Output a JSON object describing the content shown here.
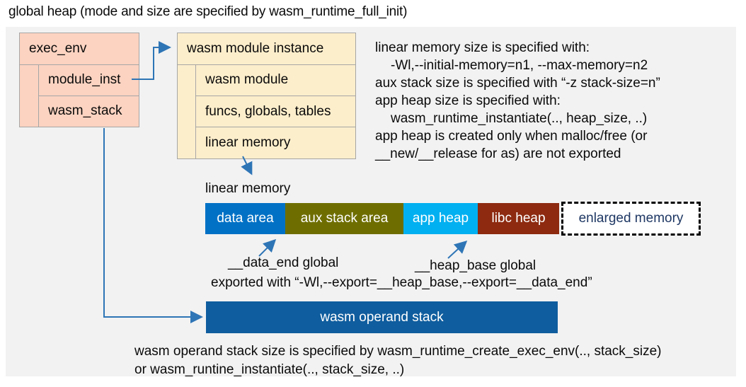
{
  "title": "global heap (mode and size are specified by wasm_runtime_full_init)",
  "exec_env_box": {
    "header": "exec_env",
    "rows": [
      "module_inst",
      "wasm_stack"
    ]
  },
  "module_instance_box": {
    "header": "wasm module instance",
    "rows": [
      "wasm module",
      "funcs, globals, tables",
      "linear memory"
    ]
  },
  "notes_right": {
    "lines": [
      "linear memory size is specified with:",
      "-Wl,--initial-memory=n1, --max-memory=n2",
      "aux stack size is specified with “-z stack-size=n”",
      "app heap size is specified with:",
      "wasm_runtime_instantiate(.., heap_size, ..)",
      "app heap is created only when malloc/free (or",
      "__new/__release for as) are not exported"
    ]
  },
  "linear_memory": {
    "label": "linear memory",
    "segments": [
      {
        "label": "data area",
        "color": "#0071c5",
        "text_color": "#ffffff"
      },
      {
        "label": "aux stack area",
        "color": "#6e6e00",
        "text_color": "#ffffff"
      },
      {
        "label": "app heap",
        "color": "#00b0f0",
        "text_color": "#ffffff"
      },
      {
        "label": "libc heap",
        "color": "#8d2a10",
        "text_color": "#ffffff"
      },
      {
        "label": "enlarged memory",
        "color": "#ffffff",
        "text_color": "#1f3864",
        "border": "dashed-black"
      }
    ],
    "data_end_label": "__data_end global",
    "heap_base_label": "__heap_base global",
    "export_note": "exported with “-Wl,--export=__heap_base,--export=__data_end”"
  },
  "operand_stack": {
    "label": "wasm operand stack",
    "note_line1": "wasm operand stack size is specified by wasm_runtime_create_exec_env(.., stack_size)",
    "note_line2": "or wasm_runtine_instantiate(.., stack_size, ..)"
  },
  "colors": {
    "panel_bg": "#f2f2f2",
    "exec_box_bg": "#fcd3c1",
    "module_box_bg": "#fdeecb",
    "box_border": "#a6a6a6",
    "arrow_blue": "#2e75b6",
    "operand_bar_bg": "#0f5d9e",
    "enlarged_text": "#1f3864"
  }
}
